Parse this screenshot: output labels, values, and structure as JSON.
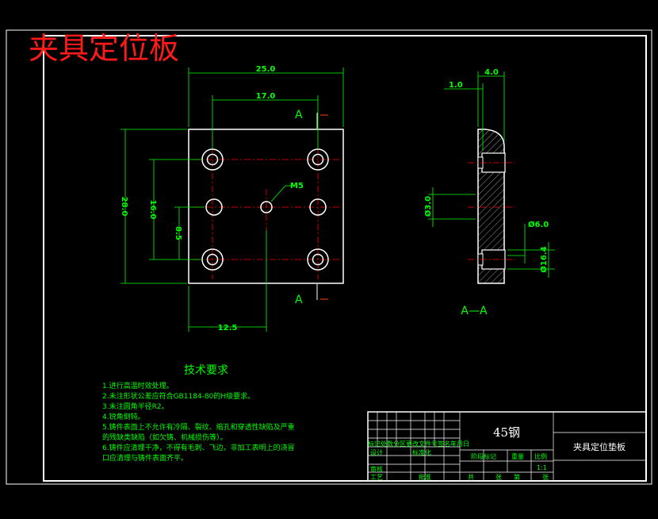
{
  "title": "夹具定位板",
  "colors": {
    "background": "#000000",
    "frame": "#ffffff",
    "dimension": "#00ff00",
    "center": "#ff0000",
    "title": "#ff1a1a"
  },
  "front_view": {
    "dims": {
      "width": "25.0",
      "hole_spacing": "17.0",
      "height": "28.0",
      "hole_vspacing": "16.0",
      "half_vspacing": "8.5",
      "center_offset": "12.5",
      "thread": "M5"
    },
    "section_mark": "A"
  },
  "side_view": {
    "dims": {
      "thickness": "4.0",
      "step": "1.0",
      "dia1": "Ø3.0",
      "dia2": "Ø6.0",
      "dia3": "Ø16.4"
    },
    "section_label": "A—A"
  },
  "tech_requirements": {
    "title": "技术要求",
    "items": [
      "1.进行高温时效处理。",
      "2.未注形状公差应符合GB1184-80的H级要求。",
      "3.未注圆角半径R2。",
      "4.锐角倒钝。",
      "5.铸件表面上不允许有冷隔、裂纹、缩孔和穿透性缺陷及严重",
      "的残缺类缺陷（如欠铸、机械损伤等）。",
      "6.铸件应清理干净，不得有毛刺、飞边，非加工表明上的浇冒",
      "口应清理与铸件表面齐平。"
    ]
  },
  "title_block": {
    "material": "45钢",
    "part_name": "夹具定位垫板",
    "scale": "1:1",
    "header_row": "标记处数分区更改文件号签名年月日",
    "labels": {
      "design": "设计",
      "standard": "标准化",
      "review": "审核",
      "process": "工艺",
      "approve": "批准",
      "stage": "阶段标记",
      "weight": "重量",
      "ratio": "比例",
      "total": "共",
      "sheet": "张",
      "page": "第",
      "page_of": "张"
    }
  }
}
